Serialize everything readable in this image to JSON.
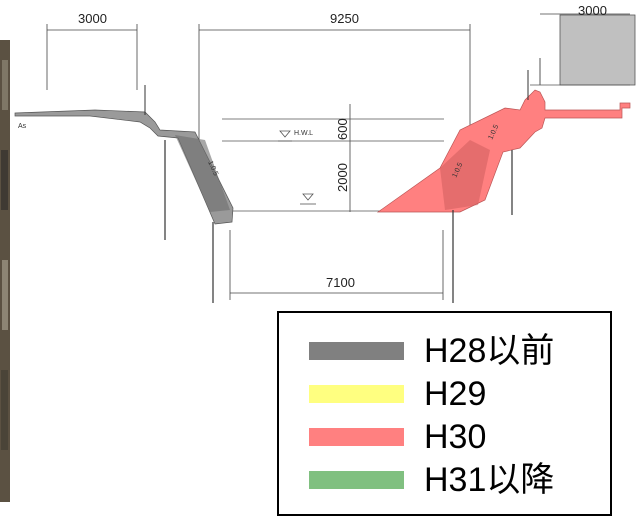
{
  "drawing": {
    "dimensions": {
      "top_left_width": "3000",
      "top_span": "9250",
      "top_right_width": "3000",
      "freeboard": "600",
      "water_depth": "2000",
      "bottom_width": "7100"
    },
    "labels": {
      "hwl": "H.W.L",
      "slope_left": "1:0.5",
      "slope_right_lower": "1:0.5",
      "slope_right_upper": "1:0.5",
      "ground_mark": "As"
    }
  },
  "legend": {
    "items": [
      {
        "label": "H28以前",
        "color": "#808080"
      },
      {
        "label": "H29",
        "color": "#ffff80"
      },
      {
        "label": "H30",
        "color": "#ff8080"
      },
      {
        "label": "H31以降",
        "color": "#80c080"
      }
    ]
  }
}
